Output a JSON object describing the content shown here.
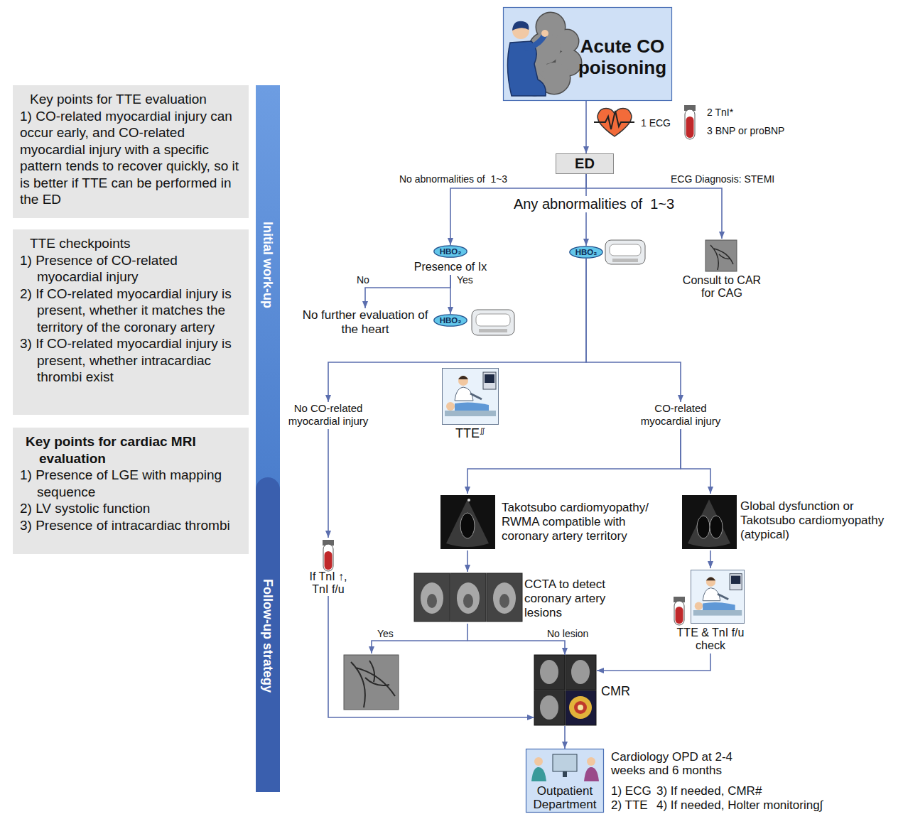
{
  "diagram": {
    "nodes": [
      {
        "text": [
          "Key points for TTE evaluation",
          "1) CO-related myocardial injury can occur early, and CO-related myocardial injury with a specific pattern tends to recover quickly, so it is better if TTE can be performed in the ED"
        ]
      },
      {
        "text": [
          "TTE checkpoints",
          "1) Presence of CO-related myocardial injury",
          "2) If CO-related myocardial injury is present, whether it matches the territory of the coronary artery",
          "3) If CO-related myocardial injury is present, whether intracardiac thrombi exist"
        ]
      },
      {
        "text": [
          "Key points for cardiac MRI evaluation",
          "1) Presence of LGE with mapping sequence",
          "2) LV systolic function",
          "3) Presence of intracardiac thrombi"
        ]
      },
      {
        "text": [
          "Initial work-up"
        ]
      },
      {
        "text": [
          "Follow-up strategy"
        ]
      },
      {
        "text": [
          "Acute CO poisoning"
        ]
      },
      {
        "text": [
          "ED"
        ]
      },
      {
        "text": [
          "HBO₂",
          "Presence of Ix"
        ]
      },
      {
        "text": [
          "No further evaluation of the heart"
        ]
      },
      {
        "text": [
          "HBO₂"
        ]
      },
      {
        "text": [
          "HBO₂"
        ]
      },
      {
        "text": [
          "Consult to CAR for CAG"
        ]
      },
      {
        "text": [
          "TTE",
          "∬"
        ]
      },
      {
        "text": [
          "No CO-related myocardial injury"
        ]
      },
      {
        "text": [
          "CO-related myocardial injury"
        ]
      },
      {
        "text": [
          "Takotsubo cardiomyopathy/ RWMA compatible with coronary artery territory"
        ]
      },
      {
        "text": [
          "Global dysfunction or Takotsubo cardiomyopathy (atypical)"
        ]
      },
      {
        "text": [
          "If TnI ↑, TnI f/u"
        ]
      },
      {
        "text": [
          "CCTA to detect coronary artery lesions"
        ]
      },
      {
        "text": [
          "TTE & TnI f/u check"
        ]
      },
      {
        "text": [
          "CMR"
        ]
      },
      {
        "text": [
          "Outpatient Department",
          "Cardiology OPD at 2-4 weeks and 6 months",
          "1) ECG",
          "2) TTE",
          "3) If needed, CMR#",
          "4) If needed, Holter monitoring∫"
        ]
      }
    ],
    "edges": [
      {
        "from": 5,
        "to": 6,
        "arrow": "to"
      },
      {
        "from": 6,
        "to": 7,
        "label": "No abnormalities of  1~3",
        "arrow": "to"
      },
      {
        "from": 6,
        "to": 10,
        "label": "Any abnormalities of  1~3",
        "arrow": "to"
      },
      {
        "from": 6,
        "to": 11,
        "label": "ECG Diagnosis: STEMI",
        "arrow": "to"
      },
      {
        "from": 7,
        "to": 8,
        "label": "No",
        "arrow": "to"
      },
      {
        "from": 7,
        "to": 9,
        "label": "Yes",
        "arrow": "to"
      },
      {
        "from": 10,
        "to": 13,
        "arrow": "to"
      },
      {
        "from": 10,
        "to": 14,
        "arrow": "to"
      },
      {
        "from": 13,
        "to": 17,
        "arrow": "to"
      },
      {
        "from": 14,
        "to": 15,
        "arrow": "to"
      },
      {
        "from": 14,
        "to": 16,
        "arrow": "to"
      },
      {
        "from": 15,
        "to": 18,
        "arrow": "to"
      },
      {
        "from": 18,
        "to": 20,
        "label": "No lesion",
        "arrow": "to"
      },
      {
        "from": 16,
        "to": 19,
        "arrow": "to"
      },
      {
        "from": 19,
        "to": 20,
        "arrow": "to"
      },
      {
        "from": 17,
        "to": 20,
        "arrow": "to"
      },
      {
        "from": 20,
        "to": 21,
        "arrow": "to"
      }
    ],
    "labels": [
      "1 ECG",
      "2 TnI*",
      "3 BNP or proBNP",
      "Yes"
    ]
  }
}
